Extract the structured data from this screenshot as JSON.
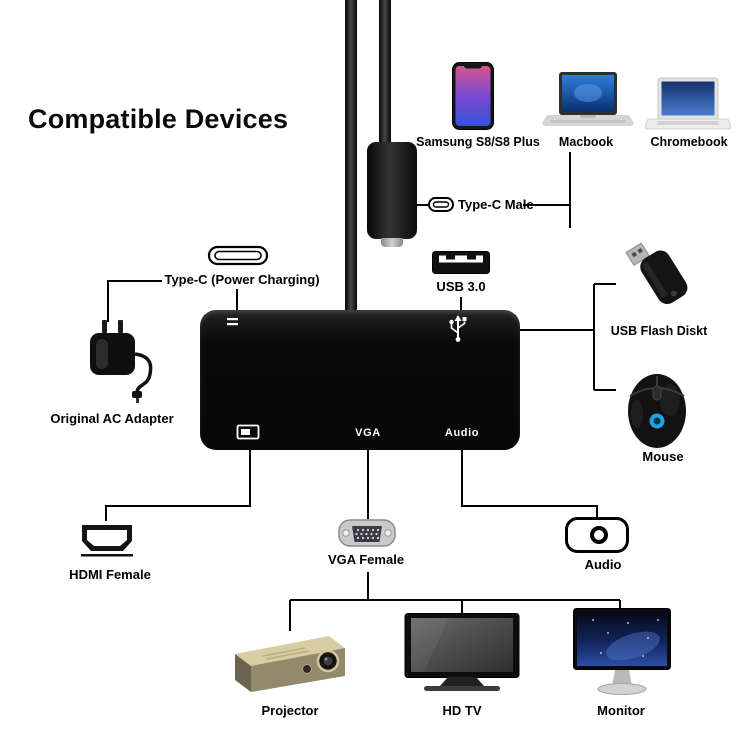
{
  "title": "Compatible Devices",
  "hub": {
    "vga_port_label": "VGA",
    "audio_port_label": "Audio"
  },
  "devices": {
    "samsung": "Samsung S8/S8 Plus",
    "macbook": "Macbook",
    "chromebook": "Chromebook",
    "usb_flash": "USB Flash Diskt",
    "mouse": "Mouse",
    "ac_adapter": "Original AC Adapter",
    "projector": "Projector",
    "hdtv": "HD TV",
    "monitor": "Monitor"
  },
  "ports": {
    "type_c_male": "Type-C Male",
    "type_c_power": "Type-C (Power Charging)",
    "usb3": "USB 3.0",
    "hdmi": "HDMI Female",
    "vga": "VGA Female",
    "audio": "Audio"
  },
  "icons": {
    "usb_trident": "usb-trident-icon",
    "charging_indicator": "charging-indicator-icon",
    "display_port": "display-port-icon",
    "type_c_connector": "type-c-connector-icon",
    "usb_a_port": "usb-a-port-icon",
    "hdmi_connector": "hdmi-connector-icon",
    "vga_connector": "vga-connector-icon",
    "audio_jack": "audio-jack-icon"
  },
  "colors": {
    "background": "#ffffff",
    "line": "#000000",
    "hub_body": "#0c0c0c",
    "mouse_glow": "#19a6e8",
    "laptop_screen_blue": "#2f7de0",
    "monitor_screen_blue": "#12245c"
  }
}
